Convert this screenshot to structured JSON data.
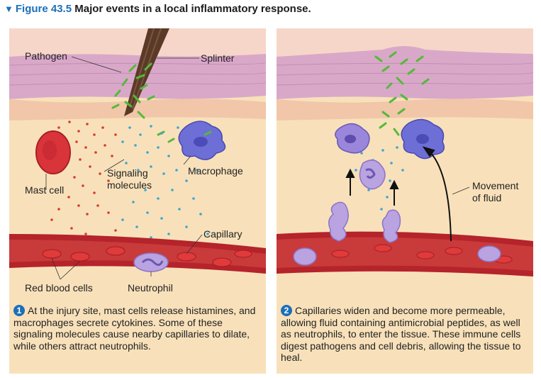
{
  "figure": {
    "triangle": "▼",
    "number": "Figure 43.5",
    "title": "Major events in a local inflammatory response."
  },
  "panel1": {
    "labels": {
      "pathogen": "Pathogen",
      "splinter": "Splinter",
      "signaling_line1": "Signaling",
      "signaling_line2": "molecules",
      "macrophage": "Macrophage",
      "mast_cell": "Mast cell",
      "capillary": "Capillary",
      "red_blood_cells": "Red blood cells",
      "neutrophil": "Neutrophil"
    },
    "step": "1",
    "caption": "At the injury site, mast cells release histamines, and macrophages secrete cytokines. Some of these signaling molecules cause nearby capillaries to dilate, while others attract neutrophils."
  },
  "panel2": {
    "labels": {
      "movement_line1": "Movement",
      "movement_line2": "of fluid"
    },
    "step": "2",
    "caption": "Capillaries widen and become more permeable, allowing fluid containing antimicrobial peptides, as well as neutrophils, to enter the tissue. These immune cells digest pathogens and cell debris, allowing the tissue to heal."
  },
  "colors": {
    "tissue": "#f8e1ba",
    "skin": "#d9a8c9",
    "capillary": "#b5232b",
    "red_blood_cell": "#e03a3a",
    "macrophage": "#6d6ed6",
    "neutrophil": "#b9a3e0",
    "pathogen": "#5cbf3a",
    "cytokine": "#3aa6d6",
    "histamine": "#d93b2b",
    "step_badge": "#1d6fb8"
  }
}
